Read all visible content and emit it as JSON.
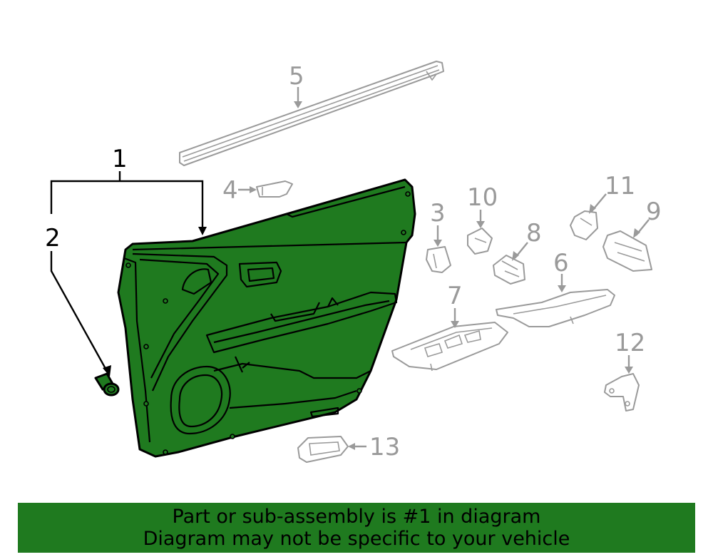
{
  "diagram": {
    "callouts": {
      "c1": "1",
      "c2": "2",
      "c3": "3",
      "c4": "4",
      "c5": "5",
      "c6": "6",
      "c7": "7",
      "c8": "8",
      "c9": "9",
      "c10": "10",
      "c11": "11",
      "c12": "12",
      "c13": "13"
    },
    "highlight_color": "#1f7a1f",
    "highlighted_part": "1"
  },
  "banner": {
    "line1": "Part or sub-assembly is #1 in diagram",
    "line2": "Diagram may not be specific to your vehicle"
  }
}
